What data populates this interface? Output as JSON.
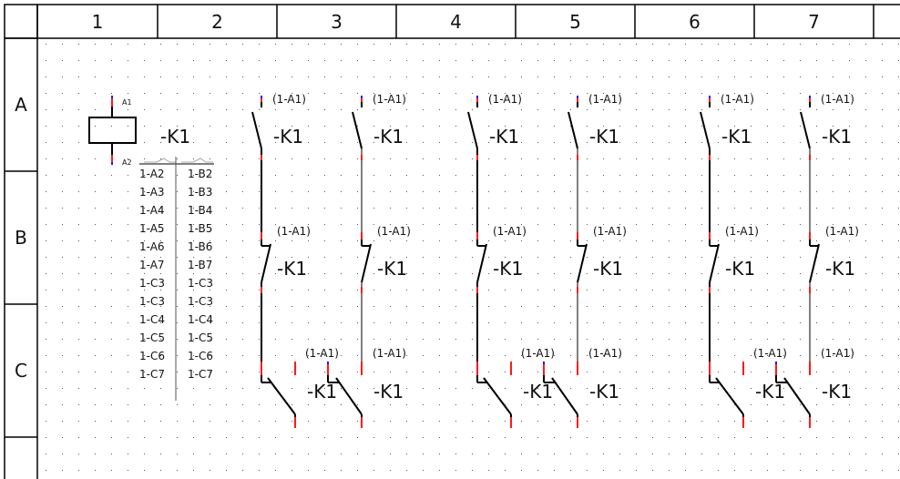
{
  "columns": [
    "1",
    "2",
    "3",
    "4",
    "5",
    "6",
    "7"
  ],
  "rows": [
    "A",
    "B",
    "C"
  ],
  "coil": {
    "name": "-K1",
    "pin_top": "A1",
    "pin_bottom": "A2"
  },
  "contact_table": {
    "left": [
      "1-A2",
      "1-A3",
      "1-A4",
      "1-A5",
      "1-A6",
      "1-A7",
      "1-C3",
      "1-C3",
      "1-C4",
      "1-C5",
      "1-C6",
      "1-C7"
    ],
    "right": [
      "1-B2",
      "1-B3",
      "1-B4",
      "1-B5",
      "1-B6",
      "1-B7",
      "1-C3",
      "1-C3",
      "1-C4",
      "1-C5",
      "1-C6",
      "1-C7"
    ]
  },
  "contact_groups": [
    {
      "ref": "(1-A1)",
      "name": "-K1"
    },
    {
      "ref": "(1-A1)",
      "name": "-K1"
    },
    {
      "ref": "(1-A1)",
      "name": "-K1"
    }
  ],
  "colors": {
    "wire": "#000000",
    "terminal": "#ff1a1a",
    "terminal_tip": "#1a1aff",
    "grid_dot": "#555555",
    "frame": "#000000"
  }
}
